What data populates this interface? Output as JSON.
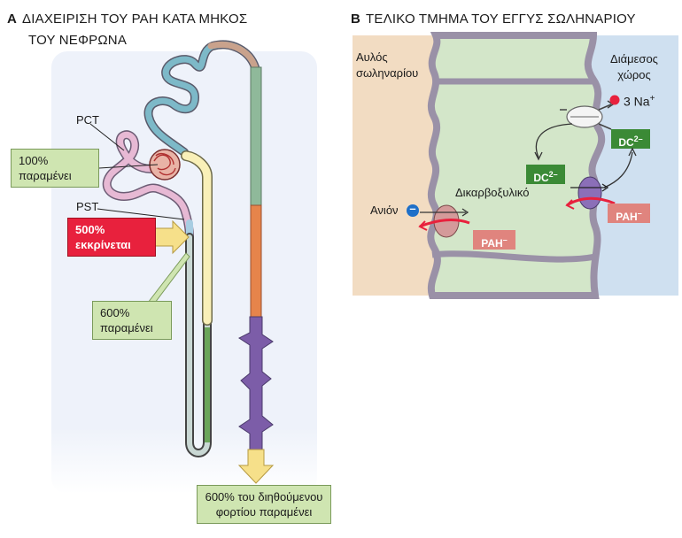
{
  "panel_a": {
    "letter": "A",
    "title_line1": "ΔΙΑΧΕΙΡΙΣΗ ΤΟΥ PAH ΚΑΤΑ ΜΗΚΟΣ",
    "title_line2": "ΤΟΥ ΝΕΦΡΩΝΑ",
    "pct_label": "PCT",
    "pst_label": "PST",
    "box_100_line1": "100%",
    "box_100_line2": "παραμένει",
    "box_500_line1": "500%",
    "box_500_line2": "εκκρίνεται",
    "box_600_line1": "600%",
    "box_600_line2": "παραμένει",
    "box_final_line1": "600% του διηθούμενου",
    "box_final_line2": "φορτίου παραμένει"
  },
  "panel_b": {
    "letter": "B",
    "title": "ΤΕΛΙΚΟ ΤΜΗΜΑ ΤΟΥ ΕΓΓΥΣ ΣΩΛΗΝΑΡΙΟΥ",
    "lumen_line1": "Αυλός",
    "lumen_line2": "σωληναρίου",
    "interstitial_line1": "Διάμεσος",
    "interstitial_line2": "χώρος",
    "na_label": "3 Na",
    "na_charge": "+",
    "dc_label": "DC",
    "dc_charge": "2–",
    "dicarboxylic_label": "Δικαρβοξυλικό",
    "anion_label": "Ανιόν",
    "anion_symbol": "–",
    "pah_label": "PAH",
    "pah_charge": "–"
  },
  "colors": {
    "proximal_tubule": "#e7b9d4",
    "thick_limb": "#f9f0b8",
    "thin_limb": "#c9d8d4",
    "collecting_duct_green": "#8fb99a",
    "collecting_duct_orange": "#e6844b",
    "collecting_duct_purple": "#7c5da8",
    "distal_tubule": "#7db9c8",
    "glomerulus": "#c0392b",
    "arrow_yellow": "#f6e08a",
    "secretion_red": "#e8213d",
    "green_box": "#cfe5b1",
    "lumen_bg": "#f2dcc2",
    "cell_bg": "#d3e6c9",
    "interstitium_bg": "#cfe0f0",
    "dc_box": "#3b8a36",
    "pah_box": "#e0847e"
  },
  "icons": [
    "sodium-ion-icon",
    "anion-icon",
    "na-k-pump-icon",
    "sodium-dc-cotransporter-icon",
    "dc-pah-exchanger-icon",
    "anion-pah-exchanger-icon"
  ]
}
